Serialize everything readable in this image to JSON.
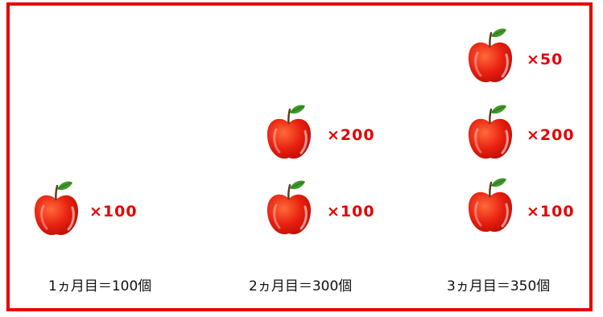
{
  "colors": {
    "border": "#e60000",
    "multiplier_text": "#e60000",
    "apple": "#e82010",
    "leaf": "#3f9a2a"
  },
  "columns": [
    {
      "stacks": [
        {
          "icon": "apple-icon",
          "multiplier": "×100"
        }
      ],
      "total": "1ヵ月目＝100個"
    },
    {
      "stacks": [
        {
          "icon": "apple-icon",
          "multiplier": "×200"
        },
        {
          "icon": "apple-icon",
          "multiplier": "×100"
        }
      ],
      "total": "2ヵ月目＝300個"
    },
    {
      "stacks": [
        {
          "icon": "apple-icon",
          "multiplier": "×50"
        },
        {
          "icon": "apple-icon",
          "multiplier": "×200"
        },
        {
          "icon": "apple-icon",
          "multiplier": "×100"
        }
      ],
      "total": "3ヵ月目＝350個"
    }
  ]
}
